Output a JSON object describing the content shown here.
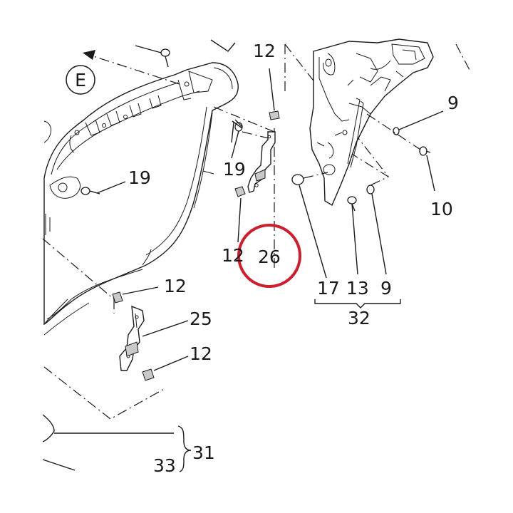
{
  "diagram": {
    "view_marker": "E",
    "callouts": [
      {
        "id": "c12a",
        "text": "12"
      },
      {
        "id": "c9a",
        "text": "9"
      },
      {
        "id": "c19a",
        "text": "19"
      },
      {
        "id": "c19b",
        "text": "19"
      },
      {
        "id": "c10",
        "text": "10"
      },
      {
        "id": "c12b",
        "text": "12"
      },
      {
        "id": "c26",
        "text": "26"
      },
      {
        "id": "c17",
        "text": "17"
      },
      {
        "id": "c13",
        "text": "13"
      },
      {
        "id": "c9b",
        "text": "9"
      },
      {
        "id": "c32",
        "text": "32"
      },
      {
        "id": "c12c",
        "text": "12"
      },
      {
        "id": "c25",
        "text": "25"
      },
      {
        "id": "c12d",
        "text": "12"
      },
      {
        "id": "c31",
        "text": "31"
      },
      {
        "id": "c33",
        "text": "33"
      }
    ],
    "highlight_color": "#cc1f2e",
    "line_color": "#1a1a1a"
  }
}
